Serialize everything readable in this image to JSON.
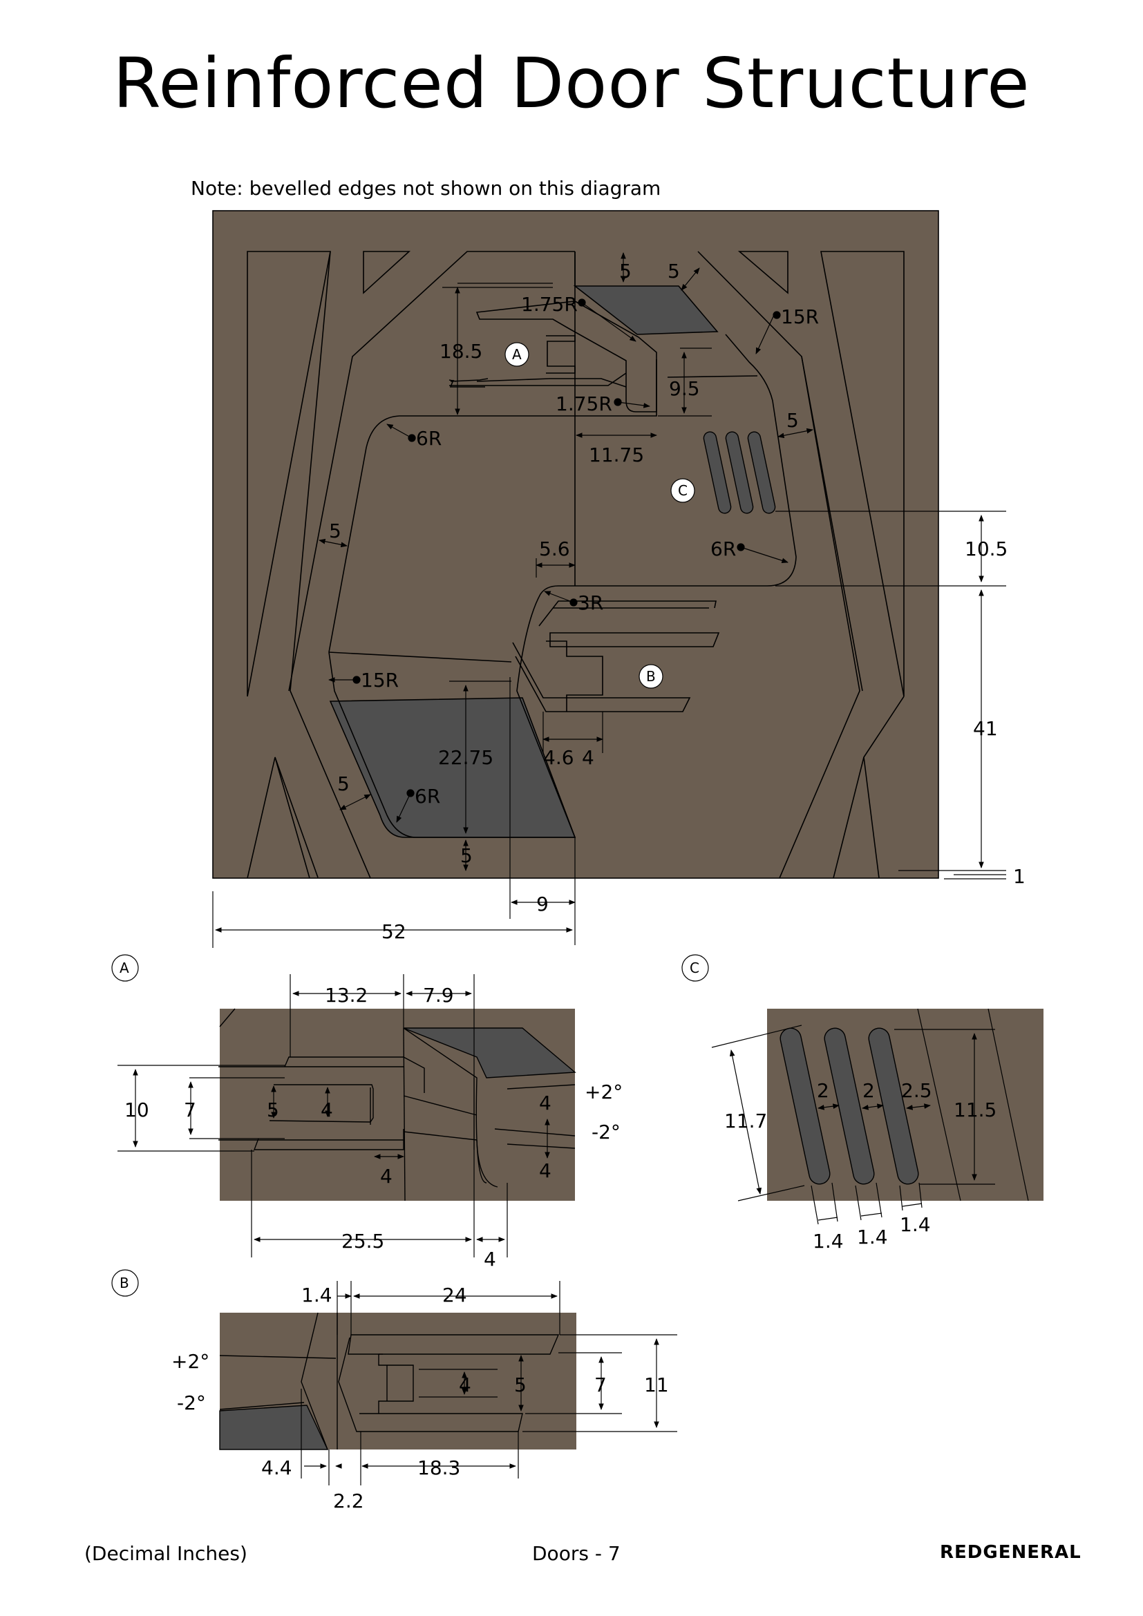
{
  "title": "Reinforced Door Structure",
  "note": "Note: bevelled edges not shown on this diagram",
  "footer": {
    "units": "(Decimal Inches)",
    "page": "Doors - 7",
    "brand": "REDGENERAL"
  },
  "colors": {
    "panel": "#6b5e51",
    "recess": "#4f4f4f",
    "line": "#000000"
  },
  "callouts": {
    "a": "A",
    "b": "B",
    "c": "C"
  },
  "main_dims": {
    "d5a": "5",
    "d5b": "5",
    "r175a": "1.75R",
    "r15a": "15R",
    "d185": "18.5",
    "d95": "9.5",
    "r175b": "1.75R",
    "r6a": "6R",
    "d1175": "11.75",
    "d5c": "5",
    "d5d": "5",
    "d105": "10.5",
    "d56": "5.6",
    "r6b": "6R",
    "r3": "3R",
    "r15b": "15R",
    "d41": "41",
    "d2275": "22.75",
    "d46": "4.6",
    "d4": "4",
    "d5e": "5",
    "r6c": "6R",
    "d5f": "5",
    "d1": "1",
    "d9": "9",
    "d52": "52"
  },
  "detail_a": {
    "d132": "13.2",
    "d79": "7.9",
    "d10": "10",
    "d7": "7",
    "d5": "5",
    "d4a": "4",
    "d4b": "4",
    "d4c": "4",
    "d4d": "4",
    "d255": "25.5",
    "d4e": "4",
    "plus": "+2°",
    "minus": "-2°"
  },
  "detail_b": {
    "d14": "1.4",
    "d24": "24",
    "plus": "+2°",
    "minus": "-2°",
    "d4": "4",
    "d5": "5",
    "d7": "7",
    "d11": "11",
    "d44": "4.4",
    "d183": "18.3",
    "d22": "2.2"
  },
  "detail_c": {
    "d117": "11.7",
    "d2a": "2",
    "d2b": "2",
    "d25": "2.5",
    "d115": "11.5",
    "d14a": "1.4",
    "d14b": "1.4",
    "d14c": "1.4"
  }
}
